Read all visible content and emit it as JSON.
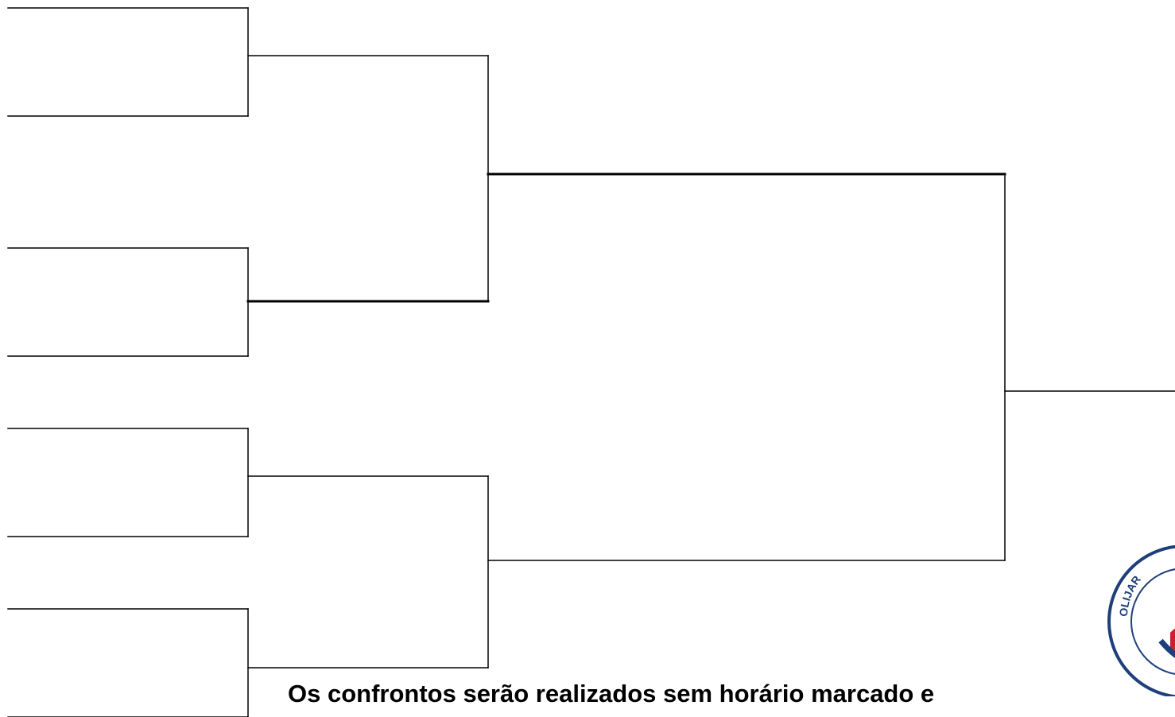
{
  "bracket": {
    "round_of_8_slots": 8,
    "semifinal_slots": 4,
    "final_slots": 2,
    "champion_slots": 1,
    "highlighted_lines": [
      "semifinal-slot-2",
      "final-slot-1"
    ]
  },
  "footer": {
    "note": "Os confrontos serão realizados sem horário marcado e"
  },
  "logo": {
    "arc_text": "OLIJAR",
    "colors": {
      "ring": "#1f3f7a",
      "accent": "#c8202f",
      "background": "#ffffff"
    }
  },
  "colors": {
    "line": "#000000",
    "text": "#000000",
    "background": "#ffffff"
  }
}
